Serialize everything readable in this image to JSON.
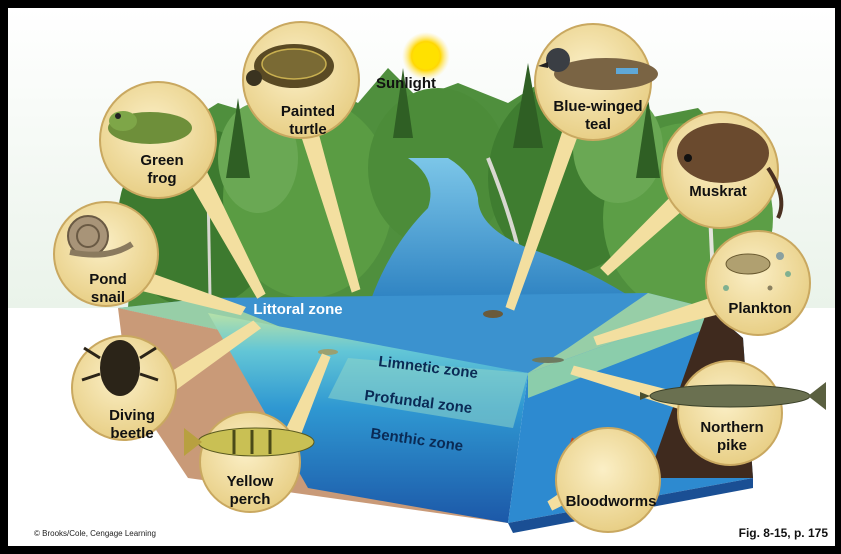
{
  "labels": {
    "sunlight": "Sunlight",
    "littoral": "Littoral zone",
    "limnetic": "Limnetic zone",
    "profundal": "Profundal zone",
    "benthic": "Benthic zone"
  },
  "organisms": {
    "painted_turtle": [
      "Painted",
      "turtle"
    ],
    "green_frog": [
      "Green",
      "frog"
    ],
    "pond_snail": [
      "Pond",
      "snail"
    ],
    "diving_beetle": [
      "Diving",
      "beetle"
    ],
    "yellow_perch": [
      "Yellow",
      "perch"
    ],
    "blue_winged_teal": [
      "Blue-winged",
      "teal"
    ],
    "muskrat": [
      "Muskrat"
    ],
    "plankton": [
      "Plankton"
    ],
    "northern_pike": [
      "Northern",
      "pike"
    ],
    "bloodworms": [
      "Bloodworms"
    ]
  },
  "footer": {
    "credit": "© Brooks/Cole, Cengage Learning",
    "figure": "Fig. 8-15, p. 175"
  },
  "colors": {
    "bubble": "#f3dfa0",
    "bubble_edge": "#c9a860",
    "littoral_water": "#a8d8a0",
    "limnetic_water": "#5ec3d8",
    "profundal_water": "#2b8fd0",
    "benthic_water": "#1e5fb0",
    "sediment": "#c99a78",
    "forest": "#3f7a33"
  }
}
